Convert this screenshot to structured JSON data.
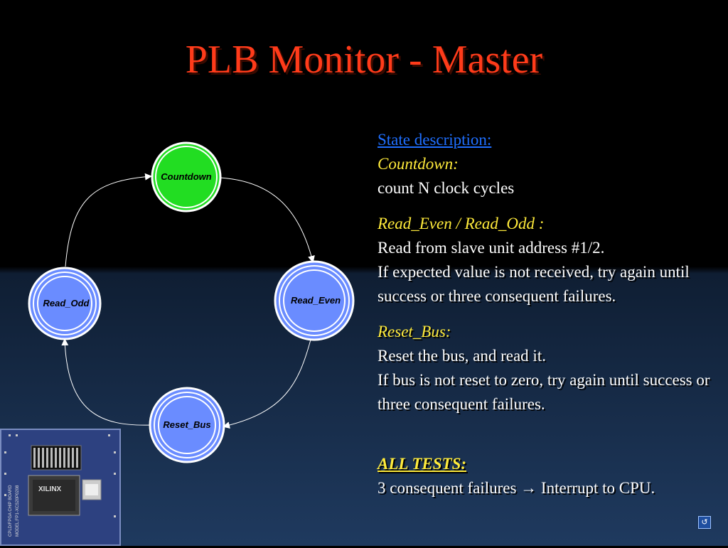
{
  "slide": {
    "title": "PLB Monitor - Master"
  },
  "diagram": {
    "nodes": {
      "countdown": "Countdown",
      "read_even": "Read_Even",
      "read_odd": "Read_Odd",
      "reset_bus": "Reset_Bus"
    },
    "colors": {
      "countdown_fill": "#22dd22",
      "state_fill": "#6a8cff",
      "ring": "#ffffff"
    }
  },
  "description": {
    "heading": "State description:",
    "countdown_name": "Countdown:",
    "countdown_text": "count N clock cycles",
    "read_name": "Read_Even / Read_Odd :",
    "read_text_1": "Read from slave unit address #1/2.",
    "read_text_2": "If expected value is not received, try again until success or three consequent failures.",
    "reset_name": "Reset_Bus:",
    "reset_text_1": "Reset the bus, and read it.",
    "reset_text_2": "If bus is not reset to zero, try again until success or three consequent failures.",
    "all_tests_label": "ALL TESTS:",
    "all_tests_text": "3 consequent failures → Interrupt to CPU."
  },
  "board_image": {
    "labels": [
      "XILINX",
      "CPLD/FPGA CHIP BOARD",
      "MODEL:FP1-XCS20P0208"
    ]
  },
  "nav": {
    "return_icon": "return-icon"
  }
}
